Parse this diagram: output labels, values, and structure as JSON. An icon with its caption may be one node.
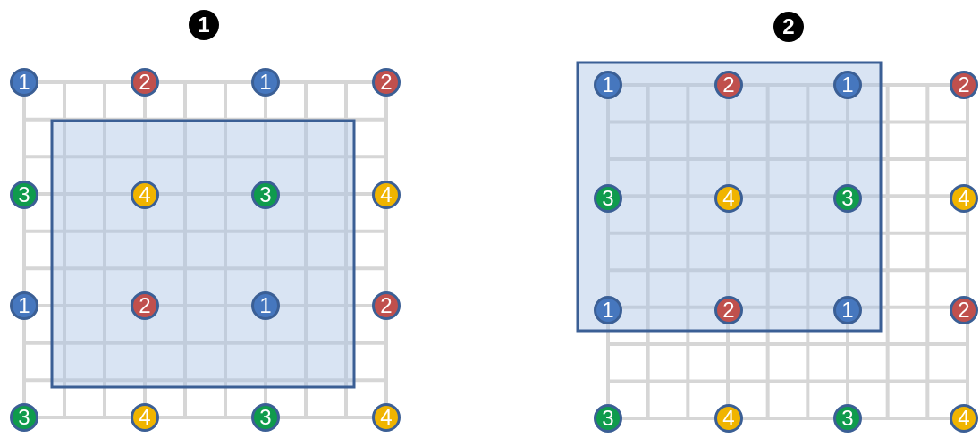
{
  "diagram": {
    "nodes": [
      {
        "text": [
          "1"
        ]
      },
      {
        "text": [
          "2"
        ]
      },
      {
        "text": [
          "1"
        ]
      },
      {
        "text": [
          "2"
        ]
      },
      {
        "text": [
          "3"
        ]
      },
      {
        "text": [
          "4"
        ]
      },
      {
        "text": [
          "3"
        ]
      },
      {
        "text": [
          "4"
        ]
      },
      {
        "text": [
          "1"
        ]
      },
      {
        "text": [
          "2"
        ]
      },
      {
        "text": [
          "1"
        ]
      },
      {
        "text": [
          "2"
        ]
      },
      {
        "text": [
          "3"
        ]
      },
      {
        "text": [
          "4"
        ]
      },
      {
        "text": [
          "3"
        ]
      },
      {
        "text": [
          "4"
        ]
      },
      {
        "text": [
          "1"
        ]
      },
      {
        "text": [
          "2"
        ]
      },
      {
        "text": [
          "1"
        ]
      },
      {
        "text": [
          "2"
        ]
      },
      {
        "text": [
          "3"
        ]
      },
      {
        "text": [
          "4"
        ]
      },
      {
        "text": [
          "3"
        ]
      },
      {
        "text": [
          "4"
        ]
      },
      {
        "text": [
          "1"
        ]
      },
      {
        "text": [
          "2"
        ]
      },
      {
        "text": [
          "1"
        ]
      },
      {
        "text": [
          "2"
        ]
      },
      {
        "text": [
          "3"
        ]
      },
      {
        "text": [
          "4"
        ]
      },
      {
        "text": [
          "3"
        ]
      },
      {
        "text": [
          "4"
        ]
      }
    ],
    "labels": [
      "1",
      "2"
    ]
  }
}
